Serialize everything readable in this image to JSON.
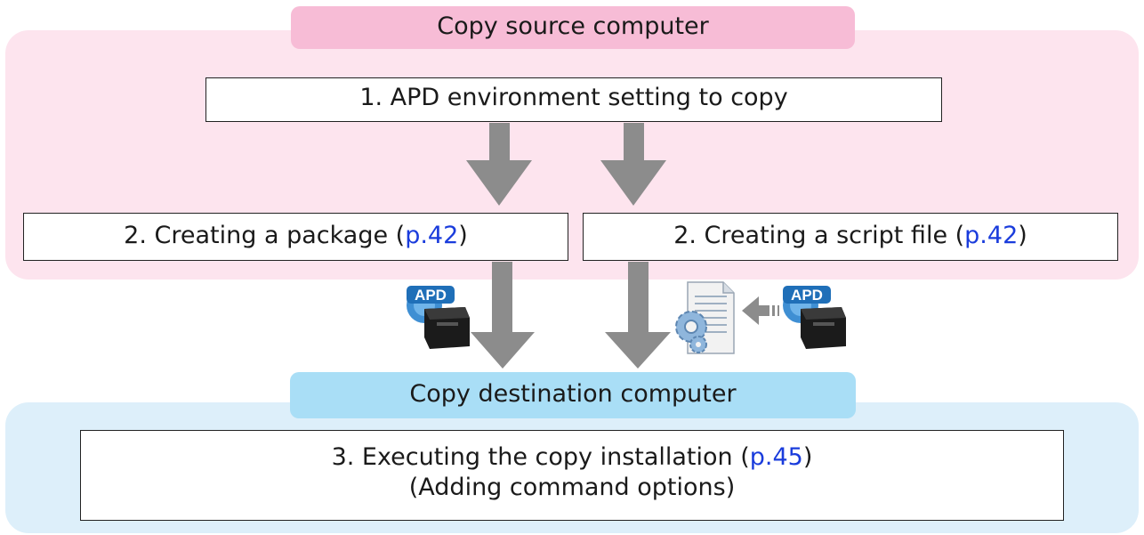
{
  "source_label": "Copy source computer",
  "destination_label": "Copy destination computer",
  "step1": {
    "text": "1. APD environment setting to copy"
  },
  "step2_package": {
    "text": "2. Creating a package (",
    "link": "p.42",
    "suffix": ")"
  },
  "step2_script": {
    "text": "2. Creating a script file (",
    "link": "p.42",
    "suffix": ")"
  },
  "step3": {
    "text": "3. Executing the copy installation (",
    "link": "p.45",
    "suffix": ")",
    "line2": "(Adding command options)"
  },
  "icons": [
    "apd-printer-icon",
    "script-file-gear-icon",
    "apd-printer-icon"
  ],
  "colors": {
    "source_region": "#fde4ee",
    "source_tab": "#f7bcd6",
    "dest_region": "#ddeffa",
    "dest_tab": "#a9def6",
    "arrow": "#8c8c8c",
    "link": "#1a3cdc"
  }
}
